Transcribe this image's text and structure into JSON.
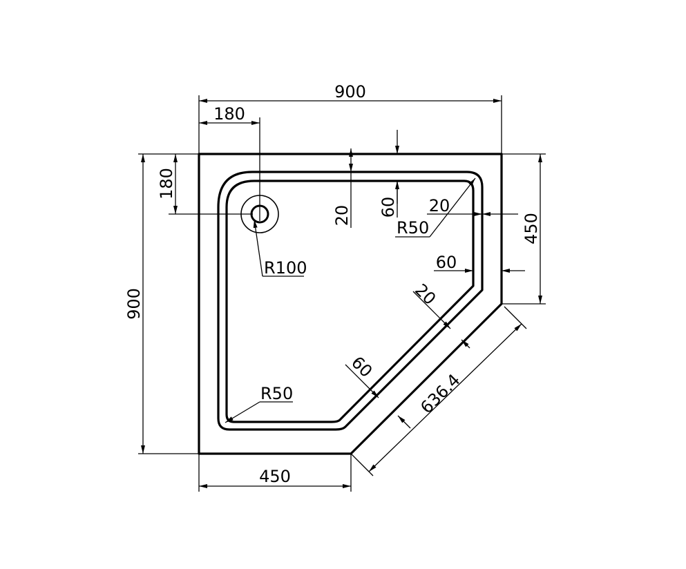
{
  "drawing": {
    "colors": {
      "line": "#000000",
      "background": "#ffffff"
    },
    "dimensions": {
      "overall_width": "900",
      "overall_height": "900",
      "drain_offset_x": "180",
      "drain_offset_y": "180",
      "rim_top": "20",
      "drain_top": "60",
      "rim_right": "20",
      "drain_right": "60",
      "corner_radius_top_right": "R50",
      "drain_radius": "R100",
      "corner_radius_bottom_left": "R50",
      "rim_diagonal": "20",
      "drain_diagonal": "60",
      "diagonal_length": "636.4",
      "bottom_side": "450",
      "right_side": "450"
    }
  }
}
